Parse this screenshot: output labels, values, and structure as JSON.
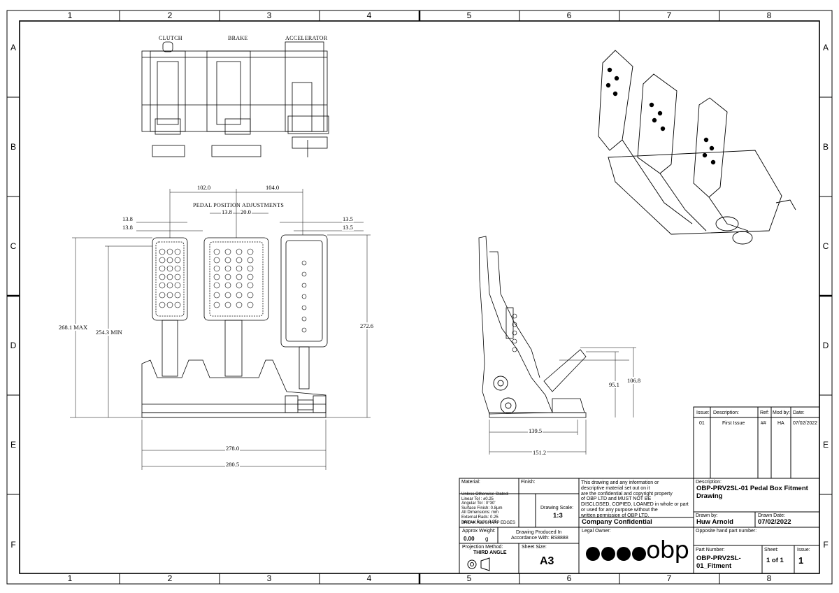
{
  "zones": {
    "cols": [
      "1",
      "2",
      "3",
      "4",
      "5",
      "6",
      "7",
      "8"
    ],
    "rows": [
      "A",
      "B",
      "C",
      "D",
      "E",
      "F"
    ]
  },
  "views": {
    "top_labels": {
      "clutch": "CLUTCH",
      "brake": "BRAKE",
      "accelerator": "ACCELERATOR"
    },
    "pedal_position_adjustments": "PEDAL POSITION ADJUSTMENTS"
  },
  "dimensions": {
    "d102": "102.0",
    "d104": "104.0",
    "d13_8a": "13.8",
    "d13_8b": "13.8",
    "d13_8c": "13.8",
    "d20": "20.0",
    "d13_5a": "13.5",
    "d13_5b": "13.5",
    "d268": "268.1 MAX",
    "d254": "254.3 MIN",
    "d272": "272.6",
    "d278": "278.0",
    "d280": "280.5",
    "d95": "95.1",
    "d106": "106.8",
    "d139": "139.5",
    "d151": "151.2"
  },
  "revision_table": {
    "headers": [
      "Issue:",
      "Description:",
      "Ref:",
      "Mod by:",
      "Date:"
    ],
    "rows": [
      [
        "01",
        "First Issue",
        "##",
        "HA",
        "07/02/2022"
      ]
    ]
  },
  "title_block": {
    "material_label": "Material:",
    "finish_label": "Finish:",
    "tolerances": [
      "Unless Otherwise Stated:",
      "Linear Tol : ±0.25",
      "Angular Tol : 0°30'",
      "Surface Finish: 0.8μm",
      "All Dimensions: mm",
      "External Rads: 0.25",
      "Internal Rads: 0.25"
    ],
    "break_edges": "BREAK ALL SHARP EDGES",
    "drawing_scale_label": "Drawing Scale:",
    "drawing_scale": "1:3",
    "approx_weight_label": "Approx Weight:",
    "weight_value": "0.00",
    "weight_unit": "g",
    "produced_line1": "Drawing Produced In",
    "produced_line2": "Accordance With: BS8888",
    "projection_label": "Projection Method:",
    "projection_value": "THIRD ANGLE",
    "sheet_size_label": "Sheet Size:",
    "sheet_size": "A3",
    "confidential_notice": [
      "This drawing and any information or",
      "descriptive material set out on it",
      "are the confidential and copyright property",
      "of OBP LTD and MUST NOT BE",
      "DISCLOSED, COPIED, LOANED in whole or part",
      "or used for any purpose without the",
      "written permission of OBP LTD."
    ],
    "company_confidential": "Company Confidential",
    "legal_owner_label": "Legal Owner:",
    "logo_text": "obp",
    "description_label": "Description:",
    "description": [
      "OBP-PRV2SL-01 Pedal Box Fitment",
      "Drawing"
    ],
    "drawn_by_label": "Drawn by:",
    "drawn_by": "Huw Arnold",
    "drawn_date_label": "Drawn Date:",
    "drawn_date": "07/02/2022",
    "opposite_label": "Opposite hand part number:",
    "part_number_label": "Part Number:",
    "part_number": [
      "OBP-PRV2SL-",
      "01_Fitment"
    ],
    "sheet_label": "Sheet:",
    "sheet_value": "1 of 1",
    "issue_label": "Issue:",
    "issue_value": "1"
  }
}
